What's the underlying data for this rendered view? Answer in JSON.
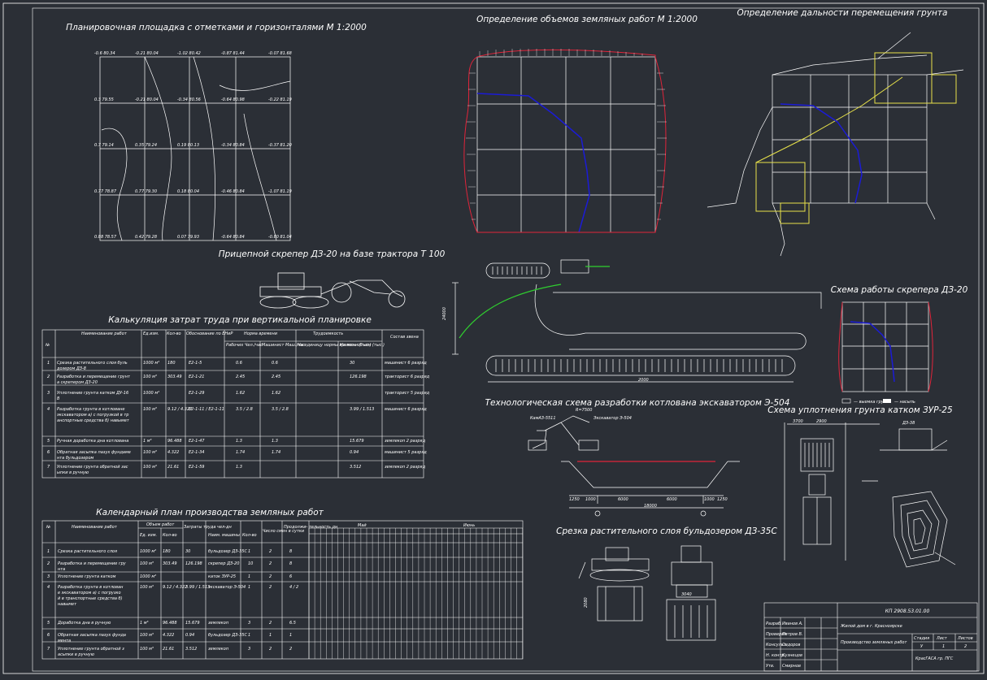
{
  "colors": {
    "background": "#2b2f36",
    "lines": "#ffffff",
    "blue": "#1b1bd6",
    "red": "#e0243a",
    "green": "#2fd02f",
    "yellow": "#e8e24a"
  },
  "titles": {
    "site_plan": "Планировочная площадка с отметками и горизонталями М 1:2000",
    "earth_volume": "Определение объемов земляных работ М 1:2000",
    "haul_distance": "Определение дальности перемещения грунта",
    "scraper": "Прицепной скрепер ДЗ-20 на базе трактора Т 100",
    "labor_calc": "Калькуляция затрат труда при вертикальной планировке",
    "scraper_scheme": "Схема работы скрепера ДЗ-20",
    "excavator_scheme": "Технологическая схема разработки котлована экскаватором Э-504",
    "compaction": "Схема уплотнения грунта катком ЗУР-25",
    "calendar": "Календарный план производства земляных работ",
    "topsoil": "Срезка растительного слоя бульдозером ДЗ-35С"
  },
  "labor_table": {
    "headers": {
      "no": "№",
      "name": "Наименование работ",
      "unit": "Ед.изм.",
      "qty": "Кол-во",
      "basis": "Обоснование по ЕНиР",
      "norm": "Норма времени",
      "norm_workers": "Рабочих Чел./час",
      "norm_machine": "Машинист Маш./час",
      "labor": "Трудоемкость",
      "labor_unit": "На единицу нормы времени (тыс.)",
      "labor_total": "На весь объем (тыс.)",
      "crew": "Состав звена"
    },
    "rows": [
      {
        "no": "1",
        "name": "Срезка растительного слоя бульдозером ДЗ-8",
        "unit": "1000 м²",
        "qty": "180",
        "basis": "Е2-1-5",
        "workers": "0.6",
        "machine": "0.6",
        "total": "30",
        "crew": "машинист 6 разряд"
      },
      {
        "no": "2",
        "name": "Разработка и перемещение грунта скрепером ДЗ-20",
        "unit": "100 м³",
        "qty": "303.49",
        "basis": "Е2-1-21",
        "workers": "2.45",
        "machine": "2.45",
        "total": "126.198",
        "crew": "тракторист 6 разряд"
      },
      {
        "no": "3",
        "name": "Уплотнение грунта катком ДУ-16В",
        "unit": "1000 м²",
        "qty": "",
        "basis": "Е2-1-29",
        "workers": "1.62",
        "machine": "1.62",
        "total": "",
        "crew": "тракторист 5 разряд"
      },
      {
        "no": "4",
        "name": "Разработка грунта в котловане экскаватором а) с погрузкой в транспортные средства б) навымет",
        "unit": "100 м³",
        "qty": "9.12 / 4.322",
        "basis": "Е2-1-11 / Е2-1-11",
        "workers": "3.5 / 2.8",
        "machine": "3.5 / 2.8",
        "total": "3.99 / 1.513",
        "crew": "машинист 6 разряд"
      },
      {
        "no": "5",
        "name": "Ручная доработка дна котлована",
        "unit": "1 м³",
        "qty": "96.488",
        "basis": "Е2-1-47",
        "workers": "1.3",
        "machine": "1.3",
        "total": "15.679",
        "crew": "землекоп 2 разряд"
      },
      {
        "no": "6",
        "name": "Обратная засыпка пазух фундамента бульдозером",
        "unit": "100 м³",
        "qty": "4.322",
        "basis": "Е2-1-34",
        "workers": "1.74",
        "machine": "1.74",
        "total": "0.94",
        "crew": "машинист 5 разряд"
      },
      {
        "no": "7",
        "name": "Уплотнение грунта обратной засыпки в ручную",
        "unit": "100 м³",
        "qty": "21.61",
        "basis": "Е2-1-59",
        "workers": "1.3",
        "machine": "",
        "total": "3.512",
        "crew": "землекоп 2 разряд"
      }
    ]
  },
  "calendar_table": {
    "headers": {
      "no": "№",
      "name": "Наименование работ",
      "volume": "Объем работ",
      "unit": "Ед. изм.",
      "qty": "Кол-во",
      "labor": "Затраты труда чел-дн",
      "machine": "Наим. машины",
      "machine_qty": "Кол-во",
      "shifts": "Число смен в сутки",
      "duration": "Продолжи- тельность дн",
      "months": [
        "Май",
        "Июнь"
      ]
    },
    "rows": [
      {
        "no": "1",
        "name": "Срезка растительного слоя",
        "unit": "1000 м²",
        "qty": "180",
        "labor": "30",
        "machine": "бульдозер ДЗ-35С",
        "mq": "1",
        "sh": "2",
        "dur": "8"
      },
      {
        "no": "2",
        "name": "Разработка и перемещение грунта",
        "unit": "100 м³",
        "qty": "303.49",
        "labor": "126.198",
        "machine": "скрепер ДЗ-20",
        "mq": "10",
        "sh": "2",
        "dur": "8"
      },
      {
        "no": "3",
        "name": "Уплотнение грунта катком",
        "unit": "1000 м²",
        "qty": "",
        "labor": "",
        "machine": "каток ЗУР-25",
        "mq": "1",
        "sh": "2",
        "dur": "6"
      },
      {
        "no": "4",
        "name": "Разработка грунта в котловане экскаватором а) с погрузкой в транспортные средства б) навымет",
        "unit": "100 м³",
        "qty": "9.12 / 4.322",
        "labor": "3.99 / 1.513",
        "machine": "экскаватор Э-504",
        "mq": "1",
        "sh": "2",
        "dur": "4 / 2"
      },
      {
        "no": "5",
        "name": "Доработка дна в ручную",
        "unit": "1 м³",
        "qty": "96.488",
        "labor": "15.679",
        "machine": "землекоп",
        "mq": "3",
        "sh": "2",
        "dur": "6.5"
      },
      {
        "no": "6",
        "name": "Обратная засыпка пазух фундамента",
        "unit": "100 м³",
        "qty": "4.322",
        "labor": "0.94",
        "machine": "бульдозер ДЗ-35С",
        "mq": "1",
        "sh": "1",
        "dur": "1"
      },
      {
        "no": "7",
        "name": "Уплотнение грунта обратной засыпки в ручную",
        "unit": "100 м³",
        "qty": "21.61",
        "labor": "3.512",
        "machine": "землекоп",
        "mq": "3",
        "sh": "2",
        "dur": "2"
      }
    ]
  },
  "dims": {
    "exc_w1": "1250",
    "exc_w2": "1000",
    "exc_w3": "6000",
    "exc_w4": "6000",
    "exc_w5": "1000",
    "exc_w6": "1250",
    "exc_total": "18000",
    "exc_label1": "КамАЗ-5511",
    "exc_label2": "Экскаватор Э-504",
    "exc_r": "R=7500",
    "scr_len": "2000",
    "scr_h": "24000",
    "cmp_w1": "3700",
    "cmp_w2": "2900",
    "cmp_dz": "ДЗ-38",
    "bd_w": "3040",
    "bd_h": "2080",
    "legend_cut": "— выемка грунта",
    "legend_fill": "— насыпь"
  },
  "stamp": {
    "code": "КП 2908.53.01.00",
    "project": "Жилой дом в г. Красноярске",
    "sheet_name": "Производство земляных работ",
    "org": "КрасГАСА гр. ПГС",
    "stage_h": "Стадия",
    "sheet_h": "Лист",
    "sheets_h": "Листов",
    "stage": "У",
    "sheet": "1",
    "sheets": "2",
    "roles": [
      "Разраб.",
      "Проверил",
      "Консульт.",
      "Н. контр.",
      "Утв."
    ],
    "names": [
      "Иванов А.",
      "Петров В.",
      "Сидоров",
      "Кузнецов",
      "Смирнов"
    ]
  }
}
